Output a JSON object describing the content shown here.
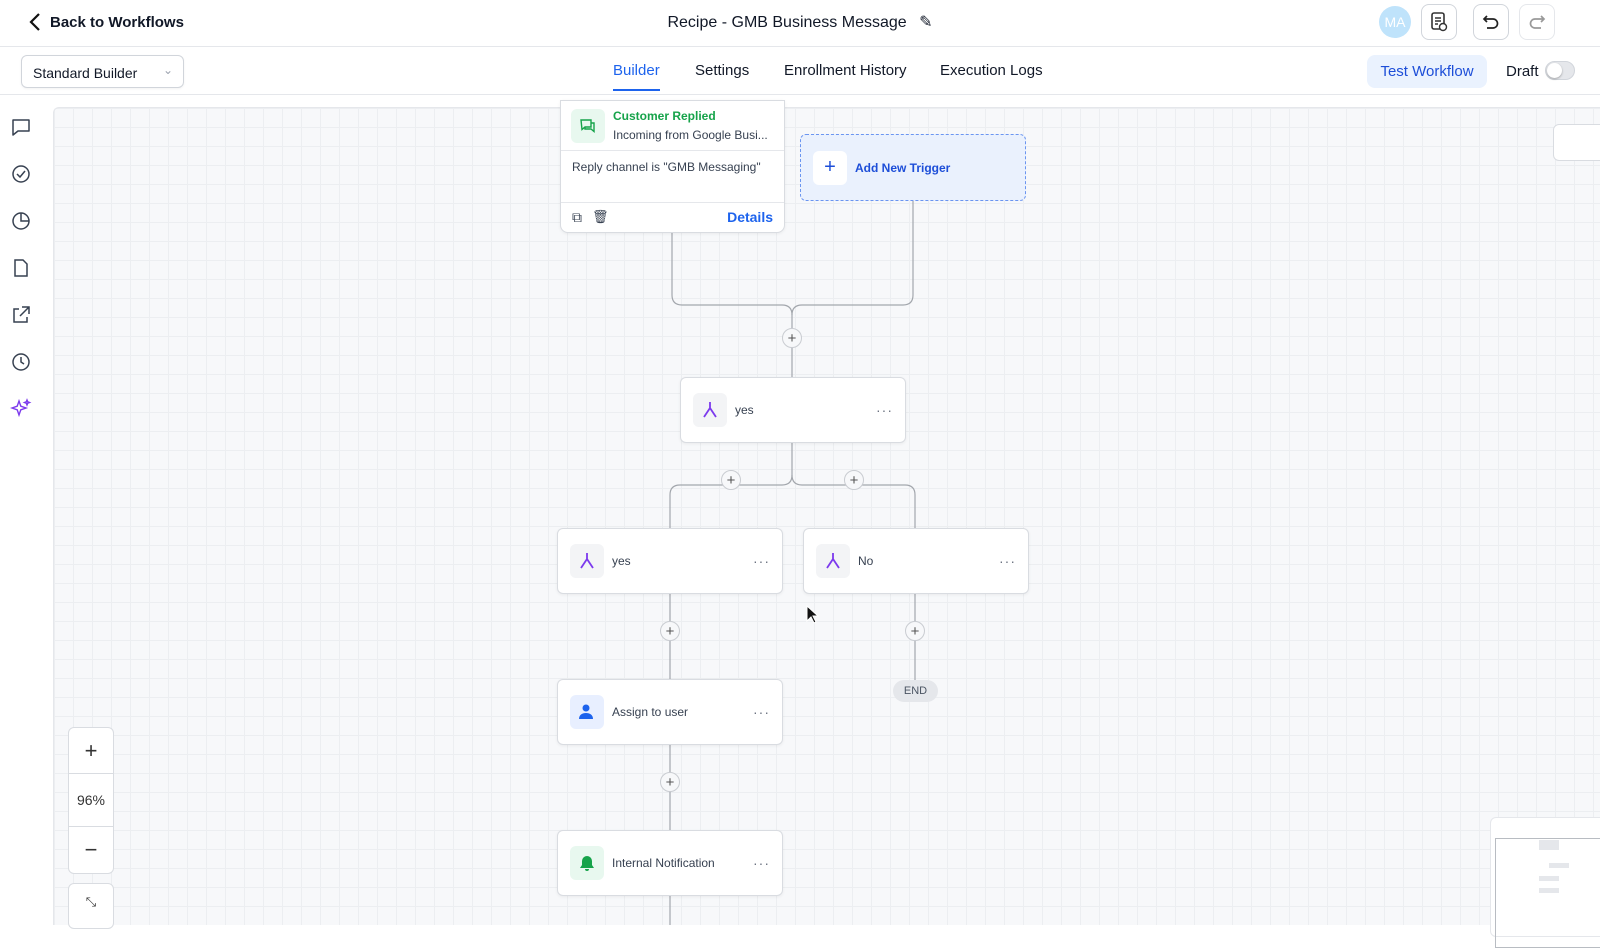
{
  "header": {
    "back_label": "Back to Workflows",
    "title": "Recipe - GMB Business Message",
    "avatar_initials": "MA"
  },
  "subbar": {
    "builder_select": "Standard Builder",
    "tabs": [
      {
        "label": "Builder",
        "active": true
      },
      {
        "label": "Settings"
      },
      {
        "label": "Enrollment History"
      },
      {
        "label": "Execution Logs"
      }
    ],
    "test_button": "Test Workflow",
    "status_label": "Draft",
    "published": false
  },
  "sidebar": {
    "icons": [
      "chat-icon",
      "check-circle-icon",
      "pie-chart-icon",
      "file-icon",
      "external-link-icon",
      "history-icon",
      "sparkle-icon"
    ]
  },
  "trigger": {
    "title": "Customer Replied",
    "subtitle": "Incoming from Google Busi...",
    "filter": "Reply channel is \"GMB Messaging\"",
    "details_label": "Details"
  },
  "add_trigger": {
    "label": "Add New Trigger"
  },
  "nodes": {
    "branch_root": "yes",
    "branch_yes": "yes",
    "branch_no": "No",
    "assign": "Assign to user",
    "notify": "Internal Notification",
    "end": "END"
  },
  "zoom": {
    "level": "96%"
  },
  "colors": {
    "accent": "#1d63ed",
    "trigger_green": "#16a34a",
    "branch_purple": "#7c3aed"
  }
}
